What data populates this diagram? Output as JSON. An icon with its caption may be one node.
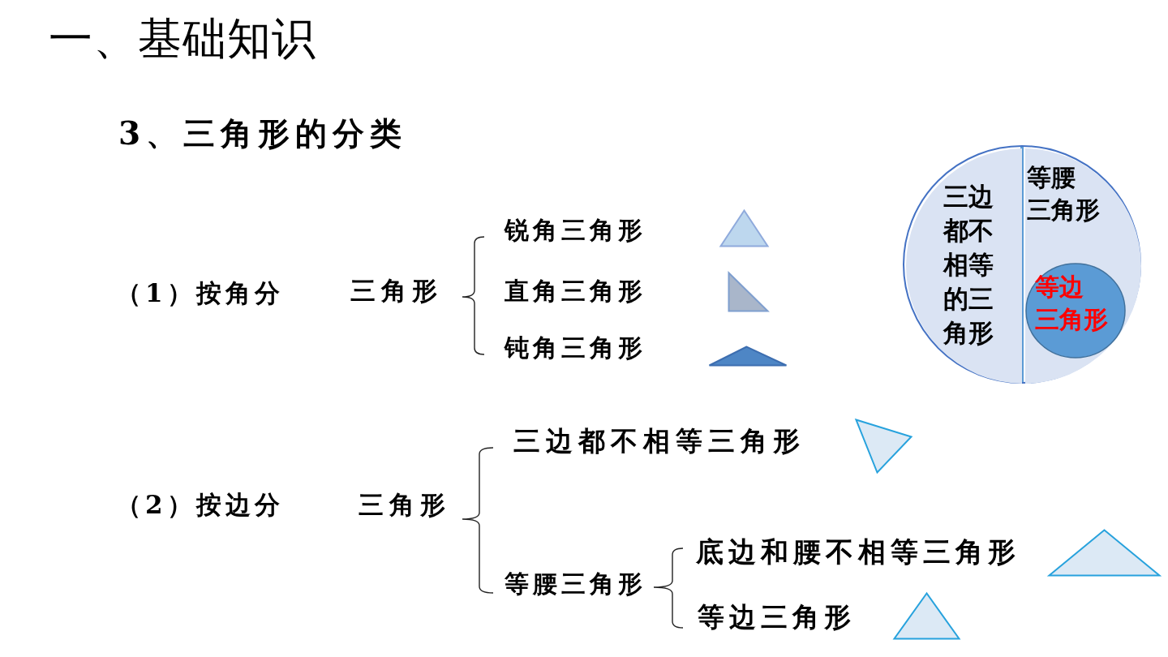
{
  "diagram": {
    "title": "一、基础知识",
    "nodes": [
      {
        "text": [],
        "shape": "circle"
      },
      {
        "text": [
          "三边都不相等的三角形"
        ],
        "in": 0
      },
      {
        "text": [
          "等腰三角形"
        ],
        "in": 0
      },
      {
        "text": [
          "等边三角形"
        ],
        "in": 2
      }
    ],
    "labels": [
      "3、三角形的分类",
      "（1）按角分",
      "三角形",
      "锐角三角形",
      "直角三角形",
      "钝角三角形",
      "（2）按边分",
      "三角形",
      "三边都不相等三角形",
      "等腰三角形",
      "底边和腰不相等三角形",
      "等边三角形"
    ]
  }
}
